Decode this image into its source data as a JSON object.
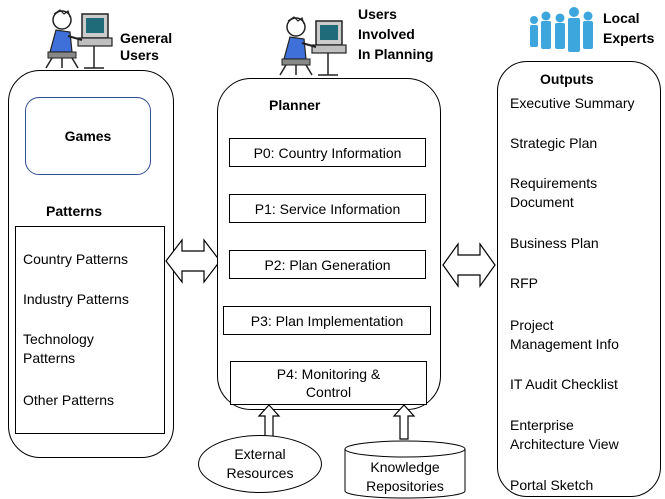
{
  "general_users": {
    "label_line1": "General",
    "label_line2": "Users"
  },
  "planning_users": {
    "label_line1": "Users",
    "label_line2": "Involved",
    "label_line3": "In Planning"
  },
  "local_experts": {
    "label_line1": "Local",
    "label_line2": "Experts"
  },
  "left_column": {
    "games_label": "Games",
    "patterns_heading": "Patterns",
    "patterns": {
      "country": "Country  Patterns",
      "industry": "Industry  Patterns",
      "technology_line1": "Technology",
      "technology_line2": "Patterns",
      "other": "Other Patterns"
    }
  },
  "planner": {
    "heading": "Planner",
    "p0": "P0: Country Information",
    "p1": "P1: Service Information",
    "p2": "P2: Plan Generation",
    "p3": "P3: Plan Implementation",
    "p4_line1": "P4: Monitoring &",
    "p4_line2": "Control"
  },
  "outputs": {
    "heading": "Outputs",
    "executive_summary": "Executive Summary",
    "strategic_plan": "Strategic Plan",
    "requirements_line1": "Requirements",
    "requirements_line2": "Document",
    "business_plan": "Business Plan",
    "rfp": "RFP",
    "project_mgmt_line1": "Project",
    "project_mgmt_line2": "Management Info",
    "it_audit": "IT Audit Checklist",
    "enterprise_line1": "Enterprise",
    "enterprise_line2": "Architecture  View",
    "portal_sketch": "Portal Sketch"
  },
  "external_resources": {
    "line1": "External",
    "line2": "Resources"
  },
  "knowledge_repositories": {
    "line1": "Knowledge",
    "line2": "Repositories"
  },
  "icons": {
    "general_user": "person-at-computer-icon",
    "planning_user": "person-at-computer-icon",
    "experts": "people-group-icon"
  }
}
